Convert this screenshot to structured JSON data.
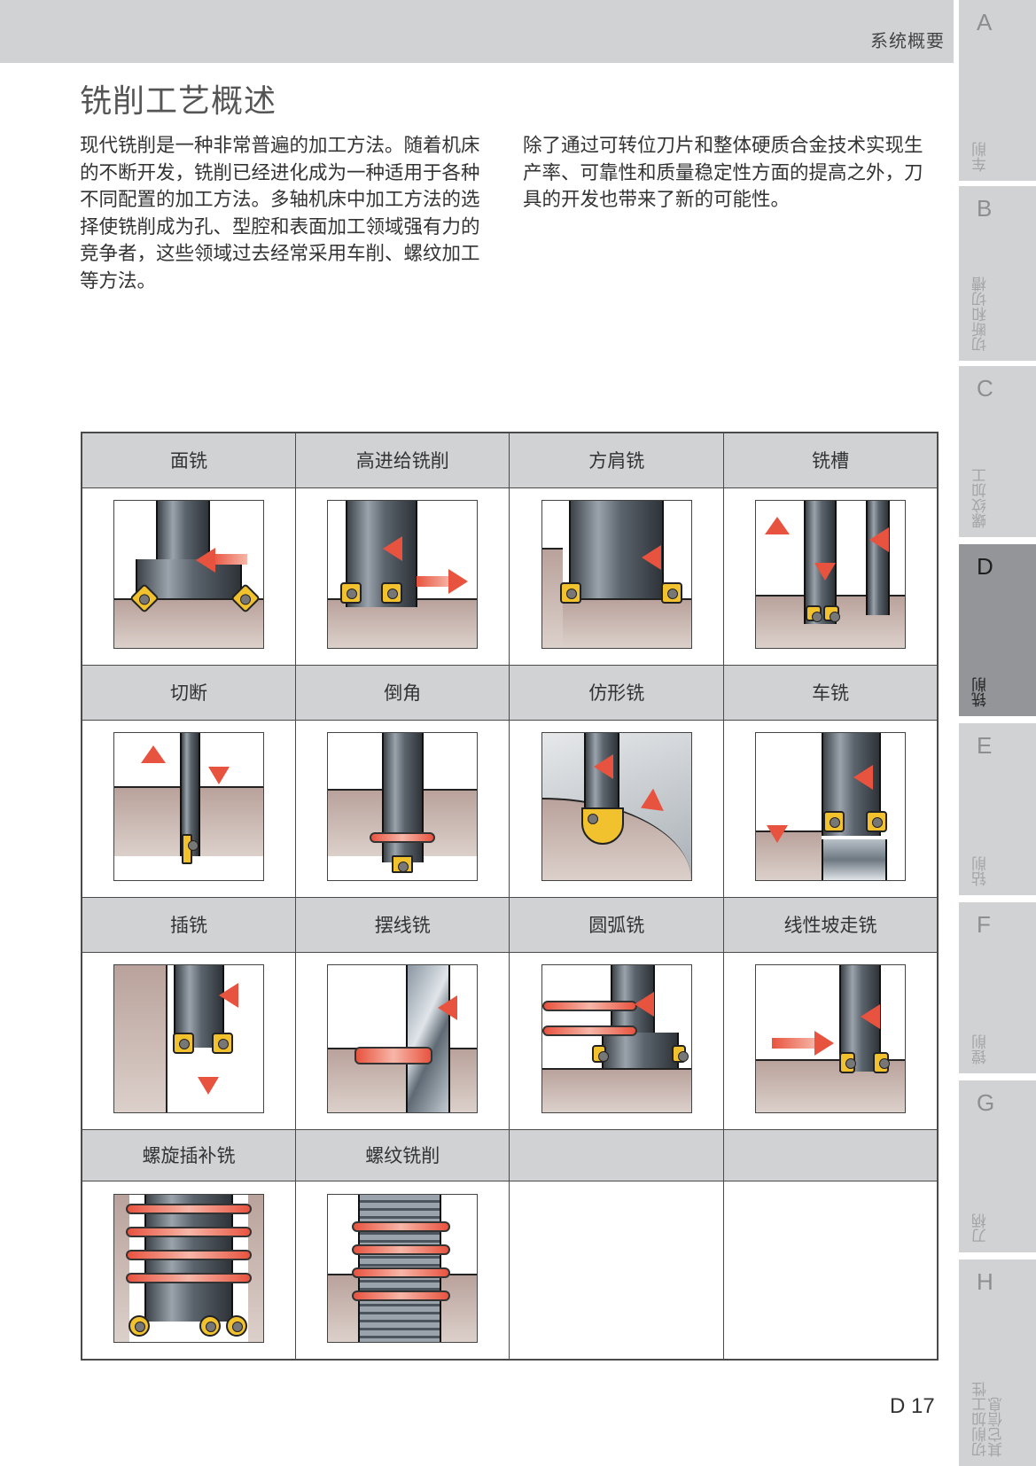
{
  "header": {
    "section": "系统概要"
  },
  "page": {
    "title": "铣削工艺概述",
    "number": "D 17"
  },
  "intro": {
    "left": "现代铣削是一种非常普遍的加工方法。随着机床的不断开发，铣削已经进化成为一种适用于各种不同配置的加工方法。多轴机床中加工方法的选择使铣削成为孔、型腔和表面加工领域强有力的竞争者，这些领域过去经常采用车削、螺纹加工等方法。",
    "right": "除了通过可转位刀片和整体硬质合金技术实现生产率、可靠性和质量稳定性方面的提高之外，刀具的开发也带来了新的可能性。"
  },
  "operations": [
    {
      "label": "面铣",
      "icon": "face-milling-illustration"
    },
    {
      "label": "高进给铣削",
      "icon": "high-feed-milling-illustration"
    },
    {
      "label": "方肩铣",
      "icon": "shoulder-milling-illustration"
    },
    {
      "label": "铣槽",
      "icon": "slot-milling-illustration"
    },
    {
      "label": "切断",
      "icon": "parting-off-illustration"
    },
    {
      "label": "倒角",
      "icon": "chamfering-illustration"
    },
    {
      "label": "仿形铣",
      "icon": "profile-milling-illustration"
    },
    {
      "label": "车铣",
      "icon": "turn-milling-illustration"
    },
    {
      "label": "插铣",
      "icon": "plunge-milling-illustration"
    },
    {
      "label": "摆线铣",
      "icon": "trochoidal-milling-illustration"
    },
    {
      "label": "圆弧铣",
      "icon": "circular-milling-illustration"
    },
    {
      "label": "线性坡走铣",
      "icon": "linear-ramping-illustration"
    },
    {
      "label": "螺旋插补铣",
      "icon": "helical-interpolation-illustration"
    },
    {
      "label": "螺纹铣削",
      "icon": "thread-milling-illustration"
    },
    {
      "label": "",
      "icon": ""
    },
    {
      "label": "",
      "icon": ""
    }
  ],
  "side_tabs": [
    {
      "letter": "A",
      "label": "车削",
      "active": false
    },
    {
      "letter": "B",
      "label": "切断和切槽",
      "active": false
    },
    {
      "letter": "C",
      "label": "螺纹加工",
      "active": false
    },
    {
      "letter": "D",
      "label": "铣削",
      "active": true
    },
    {
      "letter": "E",
      "label": "钻削",
      "active": false
    },
    {
      "letter": "F",
      "label": "镗削",
      "active": false
    },
    {
      "letter": "G",
      "label": "刀柄",
      "active": false
    },
    {
      "letter": "H",
      "label": "切削加工性\n其它信息",
      "active": false
    }
  ],
  "colors": {
    "band_gray": "#d1d2d4",
    "active_tab": "#939598",
    "arrow_red": "#e8533f",
    "insert_yellow": "#f2c12e"
  }
}
